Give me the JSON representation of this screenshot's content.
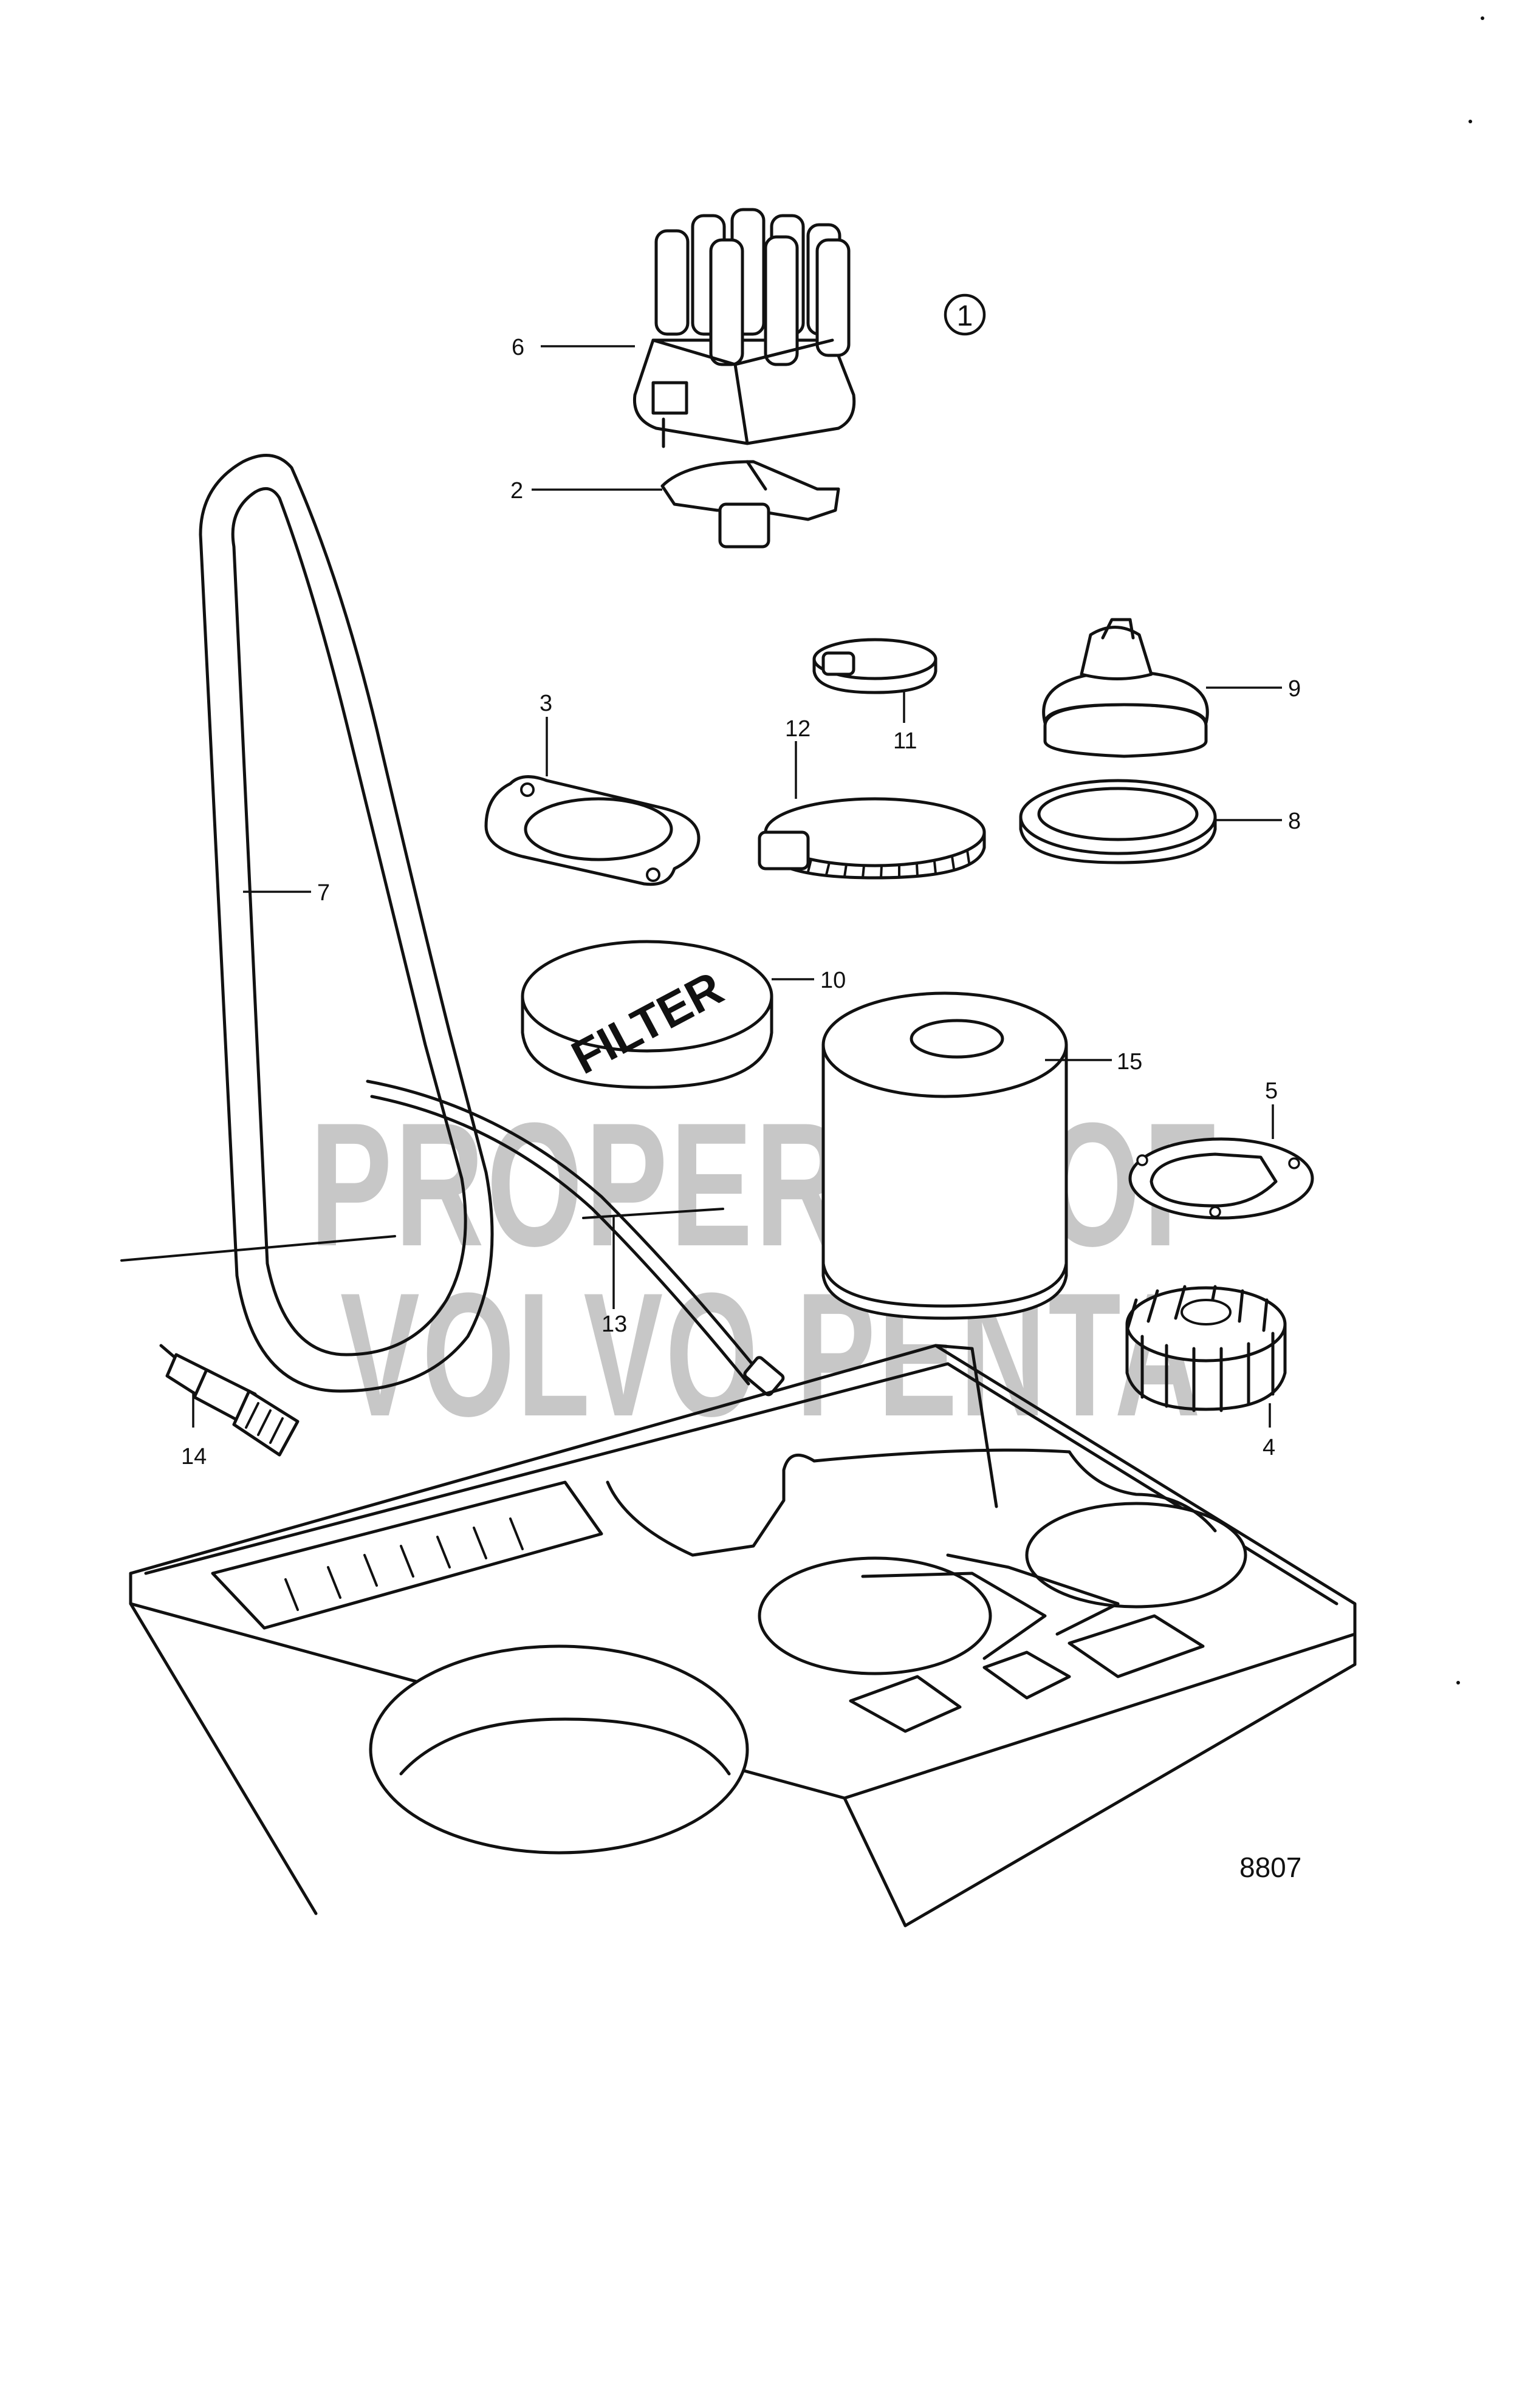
{
  "figure_number": "8807",
  "group_marker": "1",
  "watermark": {
    "line1": "PROPERTY OF",
    "line2": "VOLVO PENTA"
  },
  "callouts": {
    "c1": "6",
    "c2": "2",
    "c3": "3",
    "c4": "7",
    "c5": "11",
    "c6": "9",
    "c7": "12",
    "c8": "8",
    "c9": "10",
    "c10": "15",
    "c11": "5",
    "c12": "13",
    "c13": "4",
    "c14": "14"
  },
  "filter_label": "FILTER",
  "colors": {
    "line": "#111111",
    "background": "#ffffff",
    "watermark": "#9a9a9a"
  }
}
